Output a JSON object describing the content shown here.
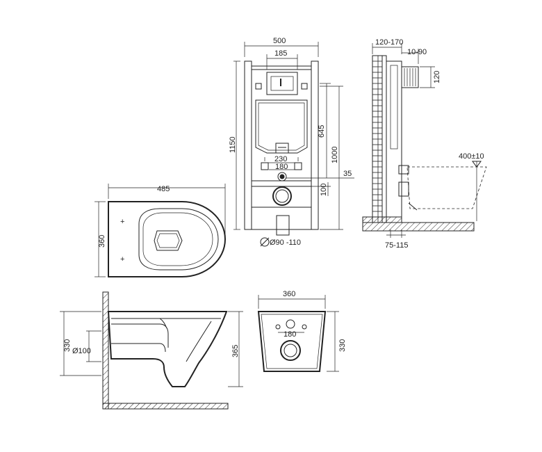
{
  "labels": {
    "frame_width": "500",
    "flush_plate_width": "185",
    "frame_height": "1150",
    "cistern_height": "645",
    "upper_height": "1000",
    "bolt_spacing": "230",
    "inlet_spacing": "180",
    "inlet_offset": "35",
    "outlet_height": "100",
    "drain_diameter": "Ø90 -110",
    "wall_depth": "120-170",
    "pipe_depth": "10-90",
    "pipe_height": "120",
    "bowl_height": "400±10",
    "floor_offset": "75-115",
    "bowl_length": "485",
    "bowl_width": "360",
    "side_height": "330",
    "pipe_diameter": "Ø100",
    "total_height": "365",
    "back_width": "360",
    "back_bolt_spacing": "180",
    "back_height": "330"
  }
}
